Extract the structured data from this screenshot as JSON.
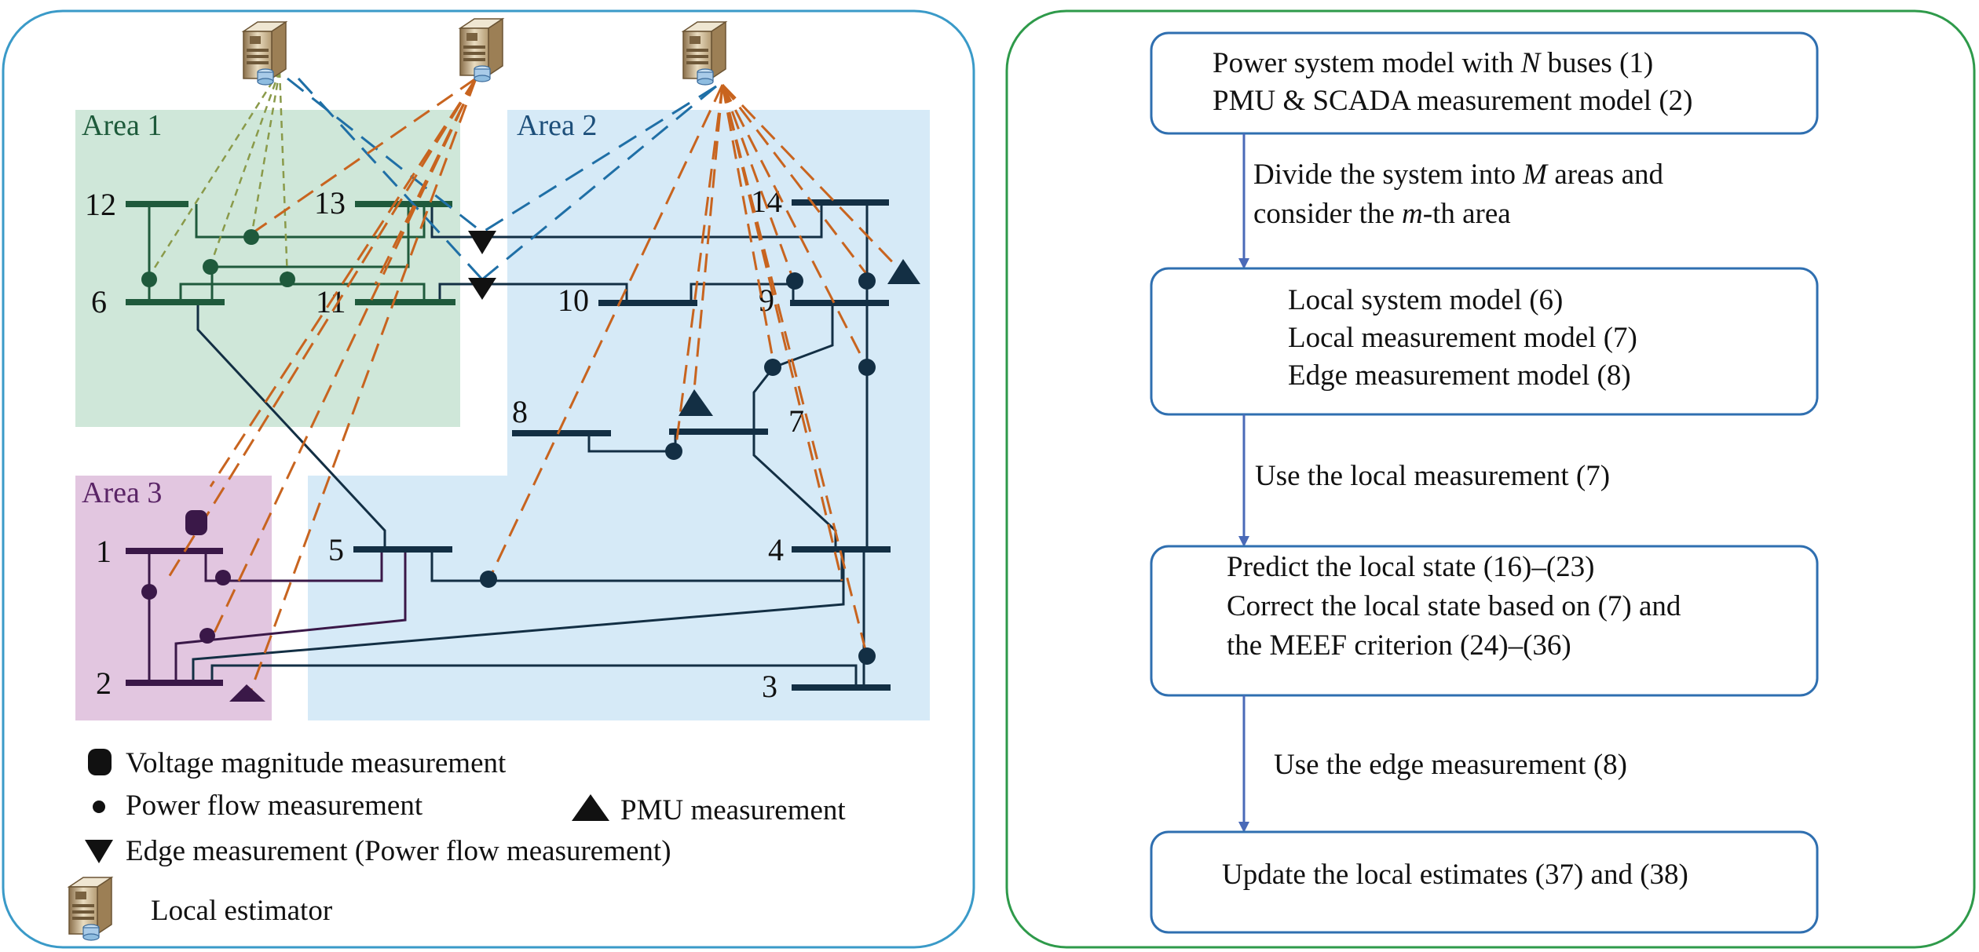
{
  "network": {
    "areas": [
      {
        "id": "area1",
        "label": "Area 1",
        "color": "#cfe7d9",
        "text_color": "#1d5a3a"
      },
      {
        "id": "area2",
        "label": "Area 2",
        "color": "#d6eaf7",
        "text_color": "#1d4f7a"
      },
      {
        "id": "area3",
        "label": "Area 3",
        "color": "#e2c6e0",
        "text_color": "#5a2466"
      }
    ],
    "buses": [
      {
        "id": "b1",
        "label": "1"
      },
      {
        "id": "b2",
        "label": "2"
      },
      {
        "id": "b3",
        "label": "3"
      },
      {
        "id": "b4",
        "label": "4"
      },
      {
        "id": "b5",
        "label": "5"
      },
      {
        "id": "b6",
        "label": "6"
      },
      {
        "id": "b7",
        "label": "7"
      },
      {
        "id": "b8",
        "label": "8"
      },
      {
        "id": "b9",
        "label": "9"
      },
      {
        "id": "b10",
        "label": "10"
      },
      {
        "id": "b11",
        "label": "11"
      },
      {
        "id": "b12",
        "label": "12"
      },
      {
        "id": "b13",
        "label": "13"
      },
      {
        "id": "b14",
        "label": "14"
      }
    ],
    "colors": {
      "area1_line": "#1f5a3c",
      "area2_line": "#132f44",
      "area3_line": "#3a1848",
      "link_orange": "#c8641f",
      "link_blue": "#1f6fa6",
      "link_green": "#8a9a4a",
      "panel_left_border": "#3a9ac8",
      "panel_right_border": "#2e9a4a",
      "box_border": "#2f6fb0",
      "arrow": "#4a6ab8"
    }
  },
  "legend": {
    "voltage": "Voltage magnitude measurement",
    "power_flow": "Power flow measurement",
    "pmu": "PMU measurement",
    "edge": "Edge measurement (Power flow measurement)",
    "estimator": "Local estimator",
    "icons": [
      "voltage-square-icon",
      "power-flow-dot-icon",
      "pmu-triangle-icon",
      "edge-triangle-down-icon",
      "server-icon"
    ]
  },
  "flowchart": {
    "box1": [
      "Power system model with N buses (1)",
      "PMU & SCADA measurement model (2)"
    ],
    "step1": [
      "Divide the system into M areas and",
      "consider the m-th area"
    ],
    "box2": [
      "Local system model (6)",
      "Local measurement model (7)",
      "Edge measurement model (8)"
    ],
    "step2": "Use the local measurement (7)",
    "box3": [
      "Predict the local state (16)–(23)",
      "Correct the local state based on (7) and",
      "the MEEF criterion (24)–(36)"
    ],
    "step3": "Use the edge measurement (8)",
    "box4": "Update the local estimates (37) and (38)"
  }
}
